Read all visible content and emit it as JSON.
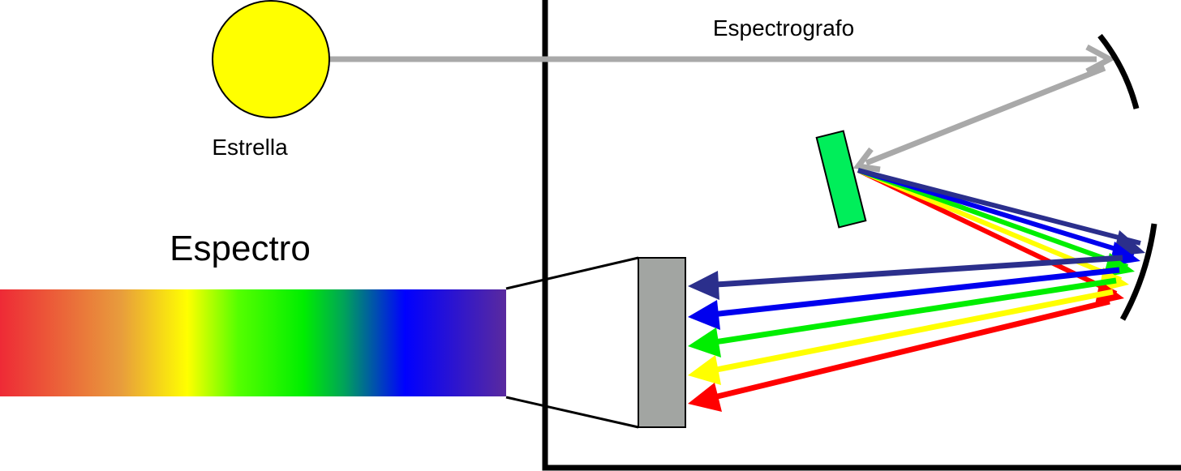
{
  "labels": {
    "star": "Estrella",
    "spectrograph": "Espectrografo",
    "spectrum": "Espectro"
  },
  "icons": {
    "star": "star-circle",
    "collimator": "concave-mirror",
    "grating": "diffraction-grating",
    "camera_mirror": "concave-mirror",
    "detector": "detector-block"
  },
  "colors": {
    "star_fill": "#ffff00",
    "incoming_beam": "#a9a9a9",
    "grating_fill": "#00ee5a",
    "detector_fill": "#a2a5a2",
    "enclosure": "#000000",
    "beams": [
      "#2b2f8c",
      "#0000ee",
      "#00ee00",
      "#ffff00",
      "#ff0000"
    ],
    "spectrum_gradient": [
      "#ee2a36",
      "#e89d3c",
      "#ffff00",
      "#55ff00",
      "#00ee00",
      "#00a35a",
      "#0000ff",
      "#5a2a9e"
    ]
  }
}
